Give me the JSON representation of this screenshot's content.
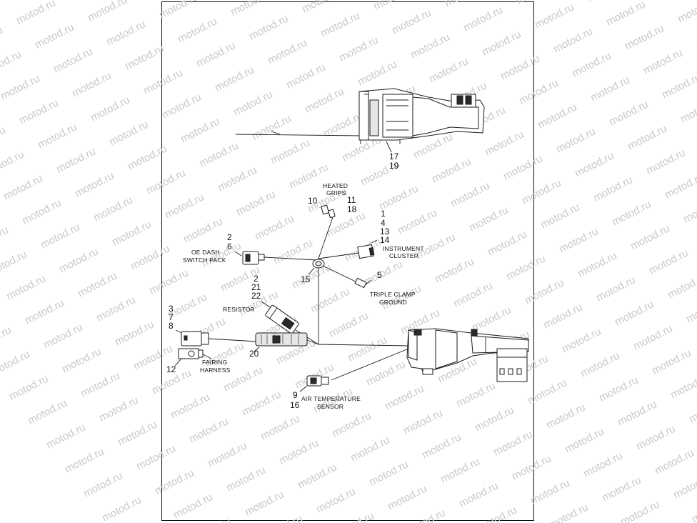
{
  "watermark": "motod.ru",
  "labels": {
    "heated_grips": [
      "HEATED",
      "GRIPS"
    ],
    "oe_dash_switch_pack": [
      "OE DASH",
      "SWITCH PACK"
    ],
    "instrument_cluster": [
      "INSTRUMENT",
      "CLUSTER"
    ],
    "triple_clamp_ground": [
      "TRIPLE CLAMP",
      "GROUND"
    ],
    "resistor": "RESISTOR",
    "fairing_harness": [
      "FAIRING",
      "HARNESS"
    ],
    "air_temperature_sensor": [
      "AIR TEMPERATURE",
      "SENSOR"
    ]
  },
  "callouts": {
    "top_assembly": [
      "17",
      "19"
    ],
    "grips_left": "10",
    "grips_right": [
      "11",
      "18"
    ],
    "instrument_cluster": [
      "1",
      "4",
      "13",
      "14"
    ],
    "switch_pack": [
      "2",
      "6"
    ],
    "junction": "15",
    "triple_clamp": "5",
    "resistor": [
      "2",
      "21",
      "22"
    ],
    "fairing_connector": [
      "3",
      "7",
      "8"
    ],
    "fairing_harness": "12",
    "resistor_body": "20",
    "air_temp_sensor": [
      "9",
      "16"
    ]
  }
}
